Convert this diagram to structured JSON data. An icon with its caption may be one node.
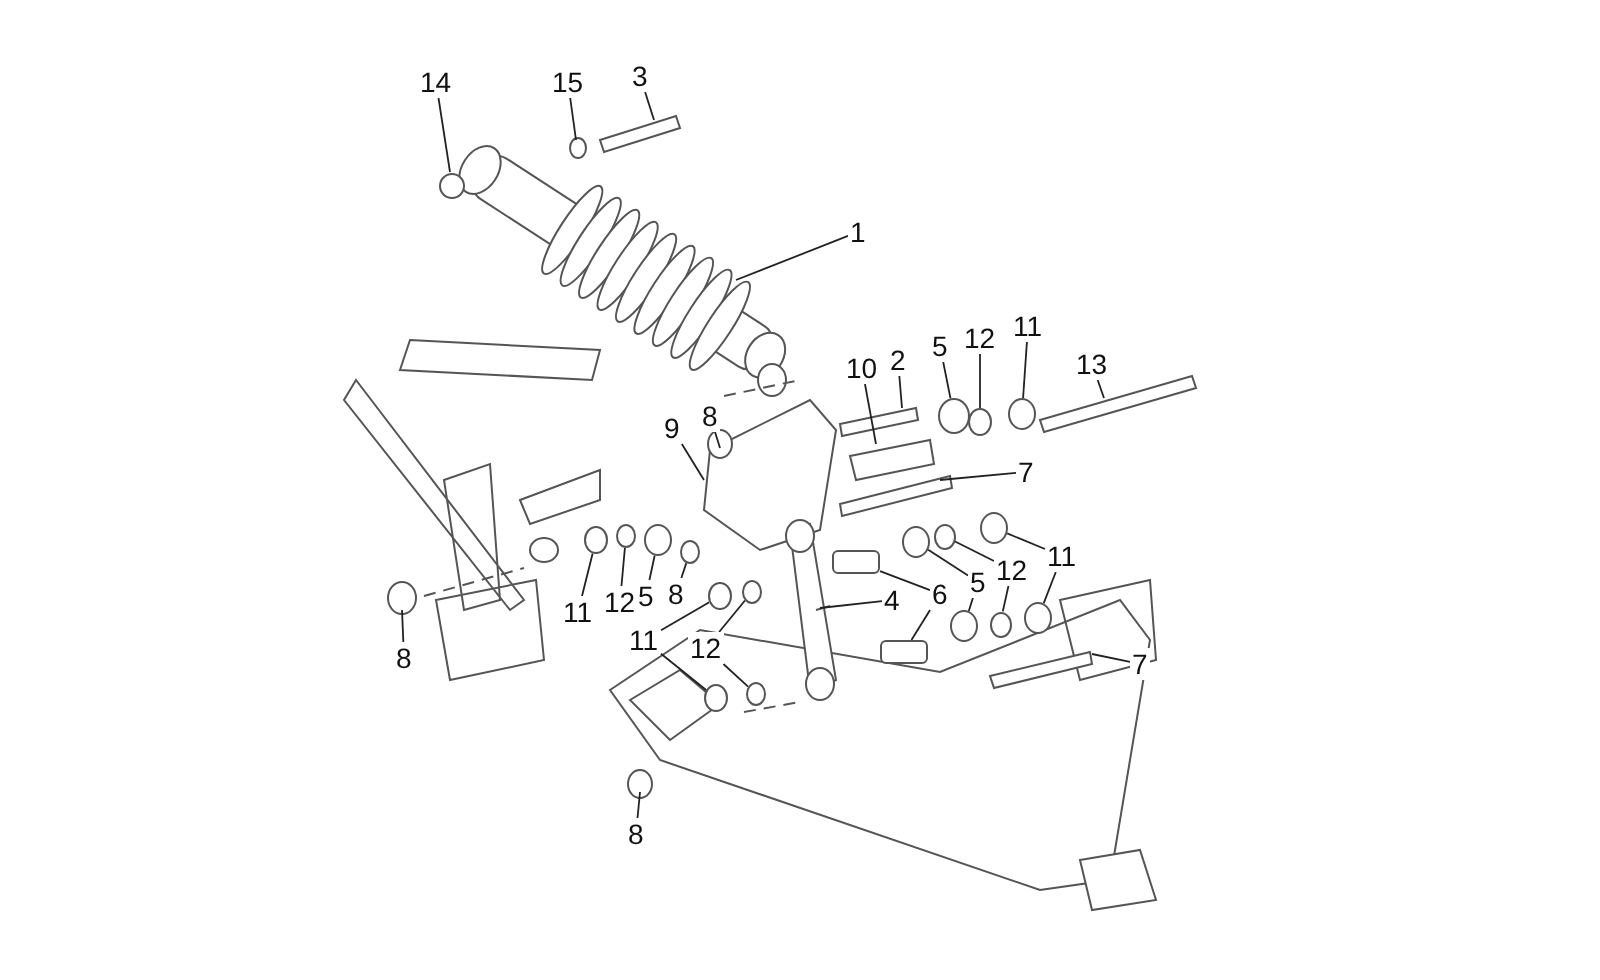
{
  "diagram": {
    "nodes": [
      {
        "text": [
          "14"
        ]
      },
      {
        "text": [
          "15"
        ]
      },
      {
        "text": [
          "3"
        ]
      },
      {
        "text": [
          "1"
        ]
      },
      {
        "text": [
          "2"
        ]
      },
      {
        "text": [
          "5"
        ]
      },
      {
        "text": [
          "12"
        ]
      },
      {
        "text": [
          "11"
        ]
      },
      {
        "text": [
          "13"
        ]
      },
      {
        "text": [
          "10"
        ]
      },
      {
        "text": [
          "8"
        ]
      },
      {
        "text": [
          "9"
        ]
      },
      {
        "text": [
          "7"
        ]
      },
      {
        "text": [
          "11"
        ]
      },
      {
        "text": [
          "12"
        ]
      },
      {
        "text": [
          "5"
        ]
      },
      {
        "text": [
          "6"
        ]
      },
      {
        "text": [
          "4"
        ]
      },
      {
        "text": [
          "11"
        ]
      },
      {
        "text": [
          "12"
        ]
      },
      {
        "text": [
          "5"
        ]
      },
      {
        "text": [
          "8"
        ]
      },
      {
        "text": [
          "11"
        ]
      },
      {
        "text": [
          "12"
        ]
      },
      {
        "text": [
          "8"
        ]
      },
      {
        "text": [
          "7"
        ]
      },
      {
        "text": [
          "8"
        ]
      },
      {
        "text": [],
        "shape": "circle"
      },
      {
        "text": [],
        "shape": "circle"
      },
      {
        "text": [],
        "shape": "circle"
      },
      {
        "text": [],
        "shape": "circle"
      },
      {
        "text": [],
        "shape": "circle"
      },
      {
        "text": [],
        "shape": "circle"
      },
      {
        "text": [],
        "shape": "box"
      },
      {
        "text": [],
        "shape": "box"
      },
      {
        "text": [],
        "shape": "circle"
      },
      {
        "text": [],
        "shape": "circle"
      },
      {
        "text": [],
        "shape": "circle"
      },
      {
        "text": [],
        "shape": "circle"
      },
      {
        "text": [],
        "shape": "circle"
      },
      {
        "text": [],
        "shape": "circle"
      },
      {
        "text": [],
        "shape": "circle"
      },
      {
        "text": [],
        "shape": "circle"
      },
      {
        "text": [],
        "shape": "circle"
      },
      {
        "text": [],
        "shape": "circle"
      },
      {
        "text": [],
        "shape": "circle"
      }
    ],
    "edges": [
      {
        "from": 0,
        "to": null,
        "arrow": "none"
      },
      {
        "from": 1,
        "to": null,
        "arrow": "none"
      },
      {
        "from": 2,
        "to": null,
        "arrow": "none"
      },
      {
        "from": 3,
        "to": null,
        "arrow": "none"
      },
      {
        "from": 4,
        "to": null,
        "arrow": "none"
      },
      {
        "from": 5,
        "to": 39,
        "arrow": "none"
      },
      {
        "from": 6,
        "to": 40,
        "arrow": "none"
      },
      {
        "from": 7,
        "to": 41,
        "arrow": "none"
      },
      {
        "from": 8,
        "to": null,
        "arrow": "none"
      },
      {
        "from": 9,
        "to": null,
        "arrow": "none"
      },
      {
        "from": 10,
        "to": null,
        "arrow": "none"
      },
      {
        "from": 11,
        "to": null,
        "arrow": "none"
      },
      {
        "from": 12,
        "to": null,
        "arrow": "none"
      },
      {
        "from": 13,
        "to": 27,
        "arrow": "none"
      },
      {
        "from": 13,
        "to": 28,
        "arrow": "none"
      },
      {
        "from": 14,
        "to": 29,
        "arrow": "none"
      },
      {
        "from": 14,
        "to": 30,
        "arrow": "none"
      },
      {
        "from": 15,
        "to": 31,
        "arrow": "none"
      },
      {
        "from": 15,
        "to": 32,
        "arrow": "none"
      },
      {
        "from": 16,
        "to": 33,
        "arrow": "none"
      },
      {
        "from": 16,
        "to": 34,
        "arrow": "none"
      },
      {
        "from": 17,
        "to": null,
        "arrow": "none"
      },
      {
        "from": 18,
        "to": 42,
        "arrow": "none"
      },
      {
        "from": 19,
        "to": 43,
        "arrow": "none"
      },
      {
        "from": 20,
        "to": 44,
        "arrow": "none"
      },
      {
        "from": 21,
        "to": 45,
        "arrow": "none"
      },
      {
        "from": 22,
        "to": 35,
        "arrow": "none"
      },
      {
        "from": 22,
        "to": 36,
        "arrow": "none"
      },
      {
        "from": 23,
        "to": 37,
        "arrow": "none"
      },
      {
        "from": 23,
        "to": 38,
        "arrow": "none"
      },
      {
        "from": 24,
        "to": null,
        "arrow": "none"
      },
      {
        "from": 25,
        "to": null,
        "arrow": "none"
      },
      {
        "from": 26,
        "to": null,
        "arrow": "none"
      }
    ]
  }
}
